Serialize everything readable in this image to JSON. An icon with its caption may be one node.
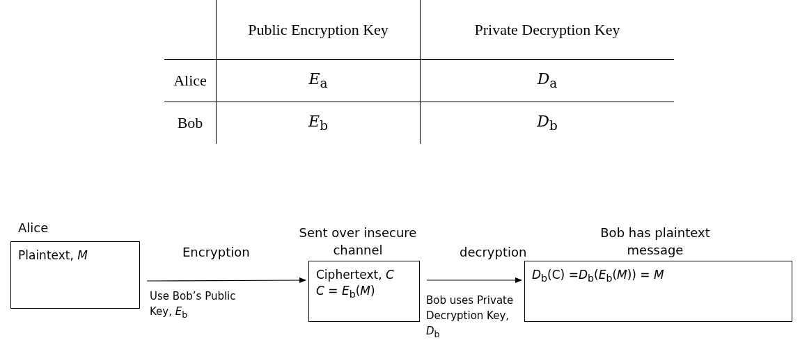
{
  "diagram": {
    "nodes": [
      {
        "text": [
          "Alice",
          "Plaintext, *M*"
        ]
      },
      {
        "text": [
          "Sent over insecure channel",
          "Ciphertext, *C*",
          "*C* = *E*$_{b}$(*M*)"
        ]
      },
      {
        "text": [
          "Bob has plaintext message",
          "*D*$_{b}$(C) =*D*$_{b}$(*E*$_{b}$(*M*)) = *M*"
        ]
      }
    ],
    "edges": [
      {
        "from": 0,
        "to": 1,
        "arrow": "to",
        "label": "Encryption"
      },
      {
        "from": 1,
        "to": 2,
        "arrow": "to",
        "label": "decryption"
      }
    ],
    "labels": [
      "Public Encryption Key",
      "Private Decryption Key",
      "Alice",
      "*E*$_{a}$",
      "*D*$_{a}$",
      "Bob",
      "*E*$_{b}$",
      "*D*$_{b}$",
      "Use Bob’s Public Key, *E*$_{b}$",
      "Bob uses Private Decryption Key, *D*$_{b}$"
    ]
  }
}
